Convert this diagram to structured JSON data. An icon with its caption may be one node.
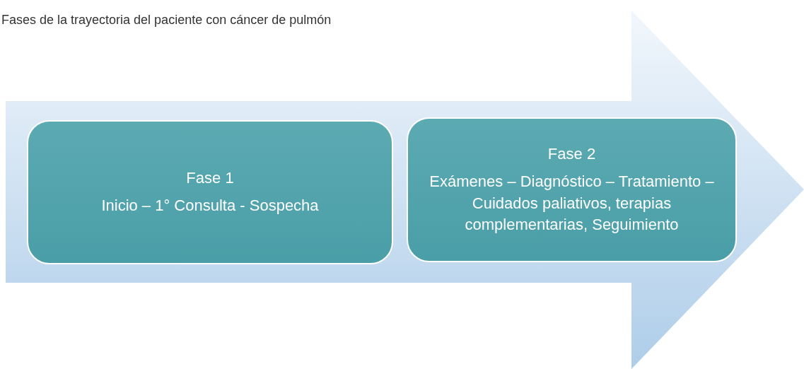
{
  "diagram": {
    "title": "Fases de la trayectoria del paciente con cáncer de pulmón",
    "nodes": [
      {
        "text": [
          "Fase 1",
          "Inicio – 1° Consulta - Sospecha"
        ]
      },
      {
        "text": [
          "Fase 2",
          "Exámenes – Diagnóstico – Tratamiento – Cuidados paliativos, terapias complementarias, Seguimiento"
        ]
      }
    ],
    "edges": []
  }
}
